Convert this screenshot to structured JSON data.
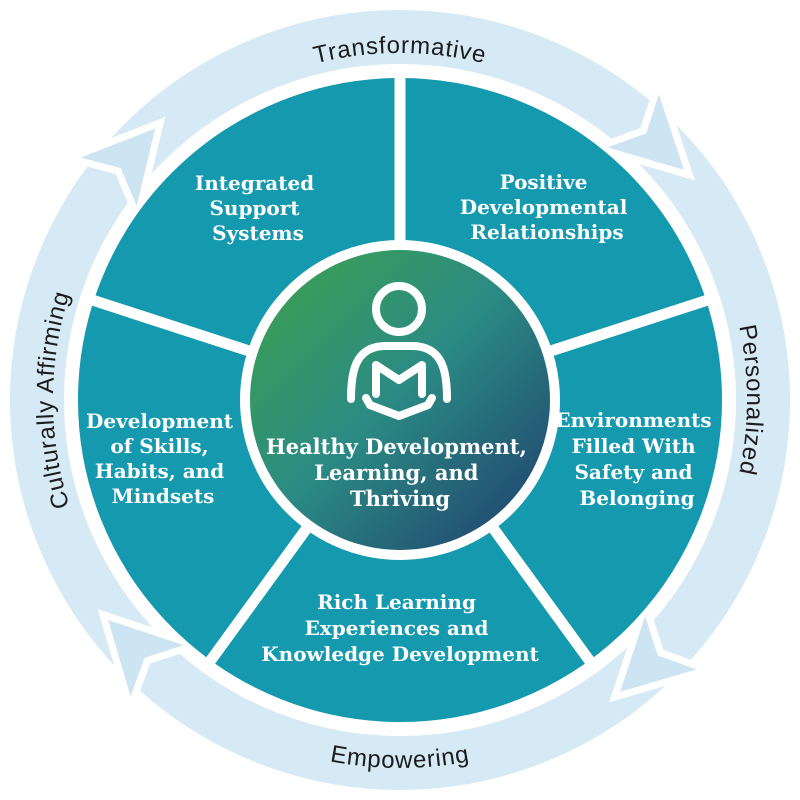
{
  "outer_ring": {
    "labels": {
      "top": "Transformative",
      "right": "Personalized",
      "bottom": "Empowering",
      "left": "Culturally Affirming"
    },
    "band_color": "#d6eaf6",
    "arrow_color": "#cde5f2",
    "text_color": "#1c1c1c",
    "arrow_direction": "clockwise"
  },
  "wheel": {
    "segment_color": "#1499ae",
    "divider_color": "#ffffff",
    "label_color": "#ffffff",
    "segments": [
      {
        "id": "integrated-support-systems",
        "lines": [
          "Integrated",
          "Support",
          "Systems"
        ]
      },
      {
        "id": "positive-developmental-relationships",
        "lines": [
          "Positive",
          "Developmental",
          "Relationships"
        ]
      },
      {
        "id": "environments-safety-belonging",
        "lines": [
          "Environments",
          "Filled With",
          "Safety and",
          "Belonging"
        ]
      },
      {
        "id": "rich-learning-knowledge",
        "lines": [
          "Rich Learning",
          "Experiences and",
          "Knowledge Development"
        ]
      },
      {
        "id": "development-skills-habits-mindsets",
        "lines": [
          "Development",
          "of Skills,",
          "Habits, and",
          "Mindsets"
        ]
      }
    ]
  },
  "center": {
    "icon": "person-reading-book-icon",
    "lines": [
      "Healthy Development,",
      "Learning, and",
      "Thriving"
    ],
    "gradient": {
      "from": "#3ea24b",
      "mid": "#2b8b84",
      "to": "#1f3c6c"
    },
    "text_color": "#ffffff"
  }
}
